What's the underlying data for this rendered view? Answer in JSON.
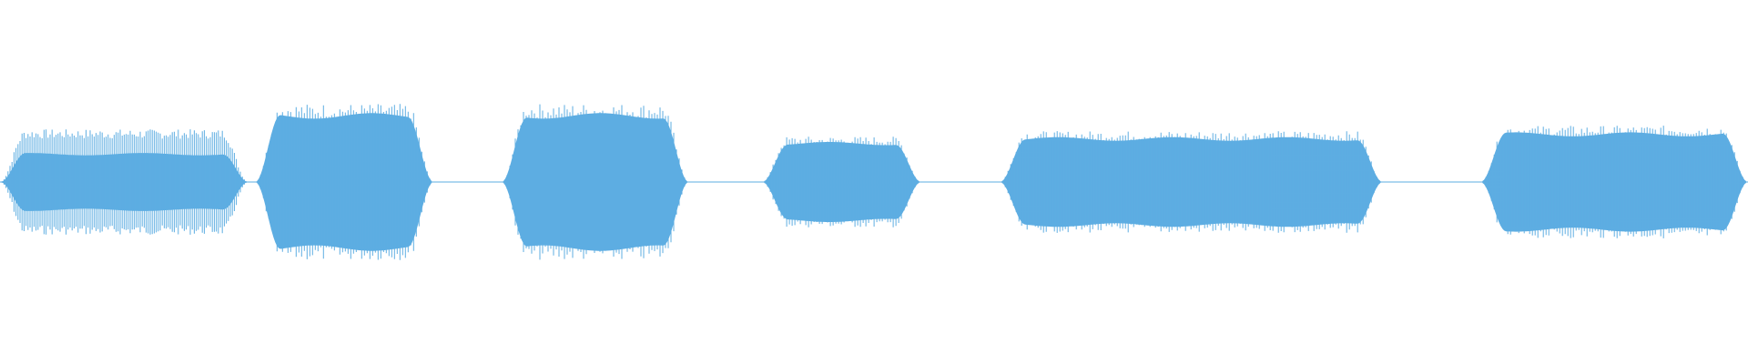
{
  "waveform": {
    "color": "#5DADE2",
    "background": "#FFFFFF",
    "segments": [
      {
        "kind": "tone",
        "start": 0.0,
        "end": 0.142,
        "amplitude": 0.29,
        "style": "sparse"
      },
      {
        "kind": "silence",
        "start": 0.142,
        "end": 0.146
      },
      {
        "kind": "tone",
        "start": 0.146,
        "end": 0.248,
        "amplitude": 0.43,
        "style": "dense"
      },
      {
        "kind": "silence",
        "start": 0.248,
        "end": 0.287
      },
      {
        "kind": "tone",
        "start": 0.287,
        "end": 0.394,
        "amplitude": 0.43,
        "style": "dense"
      },
      {
        "kind": "silence",
        "start": 0.394,
        "end": 0.436
      },
      {
        "kind": "tone",
        "start": 0.436,
        "end": 0.527,
        "amplitude": 0.25,
        "style": "dense"
      },
      {
        "kind": "silence",
        "start": 0.527,
        "end": 0.572
      },
      {
        "kind": "tone",
        "start": 0.572,
        "end": 0.791,
        "amplitude": 0.28,
        "style": "dense"
      },
      {
        "kind": "silence",
        "start": 0.791,
        "end": 0.847
      },
      {
        "kind": "tone",
        "start": 0.847,
        "end": 1.0,
        "amplitude": 0.31,
        "style": "dense"
      }
    ]
  }
}
